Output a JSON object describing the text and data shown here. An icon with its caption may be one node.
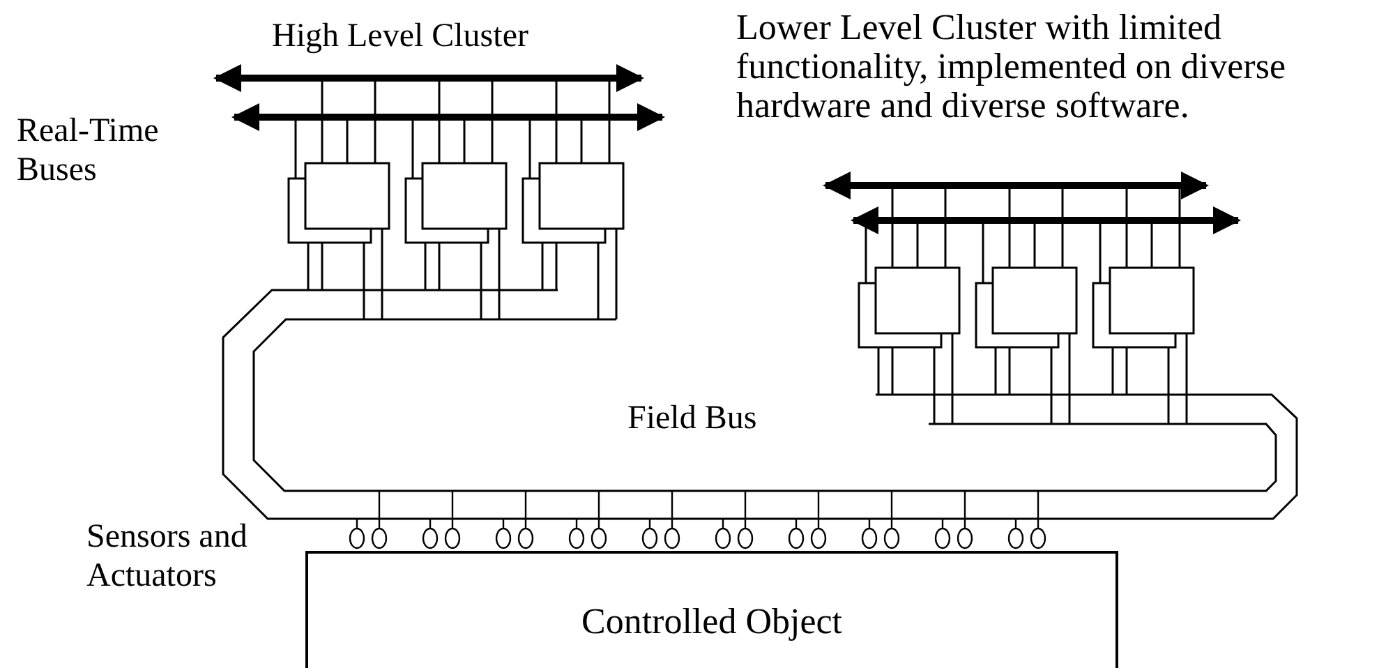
{
  "diagram": {
    "nodes": [
      {
        "text": [
          "Controlled Object"
        ]
      }
    ],
    "labels": [
      "High Level Cluster",
      "Lower Level Cluster with limited functionality, implemented on diverse hardware and diverse software.",
      "Real-Time Buses",
      "Field Bus",
      "Sensors and Actuators"
    ]
  }
}
